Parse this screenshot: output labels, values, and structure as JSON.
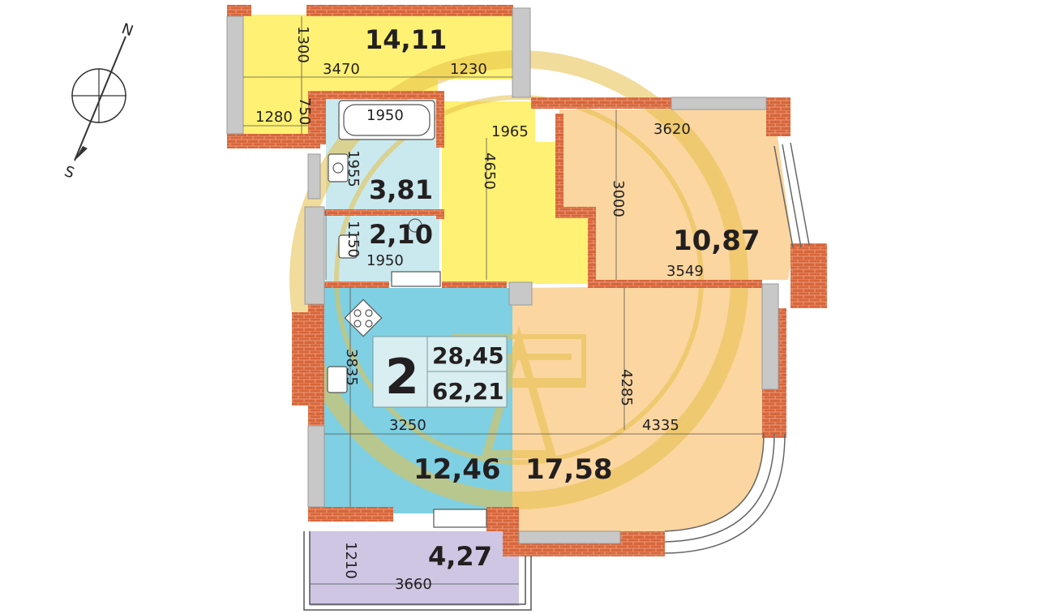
{
  "colors": {
    "yellow": "#fff173",
    "peach": "#fbd6a0",
    "blue_kitchen": "#7fd0e3",
    "blue_bath": "#c9e9ee",
    "purple": "#cec6e3",
    "brick": "#d7663b",
    "window": "#c8c8c8",
    "watermark": "#e7c04a"
  },
  "compass": {
    "north": "N",
    "south": "S"
  },
  "rooms": {
    "balcony_top": "14,11",
    "bathroom": "3,81",
    "toilet": "2,10",
    "bedroom": "10,87",
    "kitchen": "12,46",
    "living": "17,58",
    "loggia": "4,27"
  },
  "summary": {
    "rooms_count": "2",
    "living_area": "28,45",
    "total_area": "62,21"
  },
  "dimensions": {
    "d1300": "1300",
    "d3470": "3470",
    "d1230": "1230",
    "d1280": "1280",
    "d750": "750",
    "d1950_bath": "1950",
    "d1965": "1965",
    "d4650": "4650",
    "d1955": "1955",
    "d1150": "1150",
    "d1950_wc": "1950",
    "d3620": "3620",
    "d3000": "3000",
    "d3549": "3549",
    "d3835": "3835",
    "d3250": "3250",
    "d4285": "4285",
    "d4335": "4335",
    "d1210": "1210",
    "d3660": "3660"
  }
}
